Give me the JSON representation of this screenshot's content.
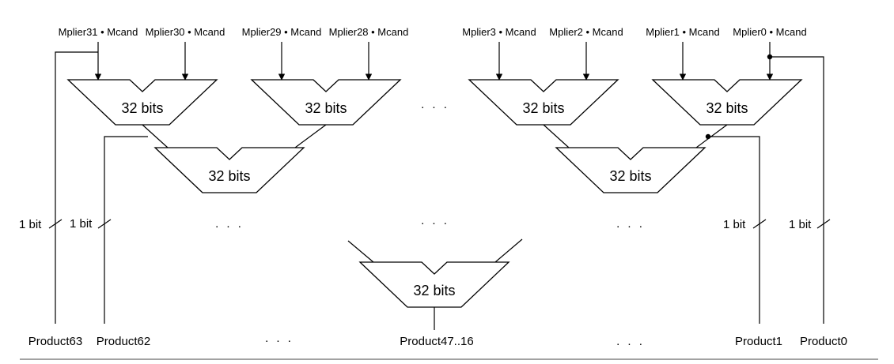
{
  "inputs": [
    "Mplier31 • Mcand",
    "Mplier30 • Mcand",
    "Mplier29 • Mcand",
    "Mplier28 • Mcand",
    "Mplier3 • Mcand",
    "Mplier2 • Mcand",
    "Mplier1 • Mcand",
    "Mplier0 • Mcand"
  ],
  "adder_label": "32 bits",
  "bit_label": "1 bit",
  "ellipsis": ". . .",
  "outputs": {
    "p63": "Product63",
    "p62": "Product62",
    "p47_16": "Product47..16",
    "p1": "Product1",
    "p0": "Product0"
  }
}
